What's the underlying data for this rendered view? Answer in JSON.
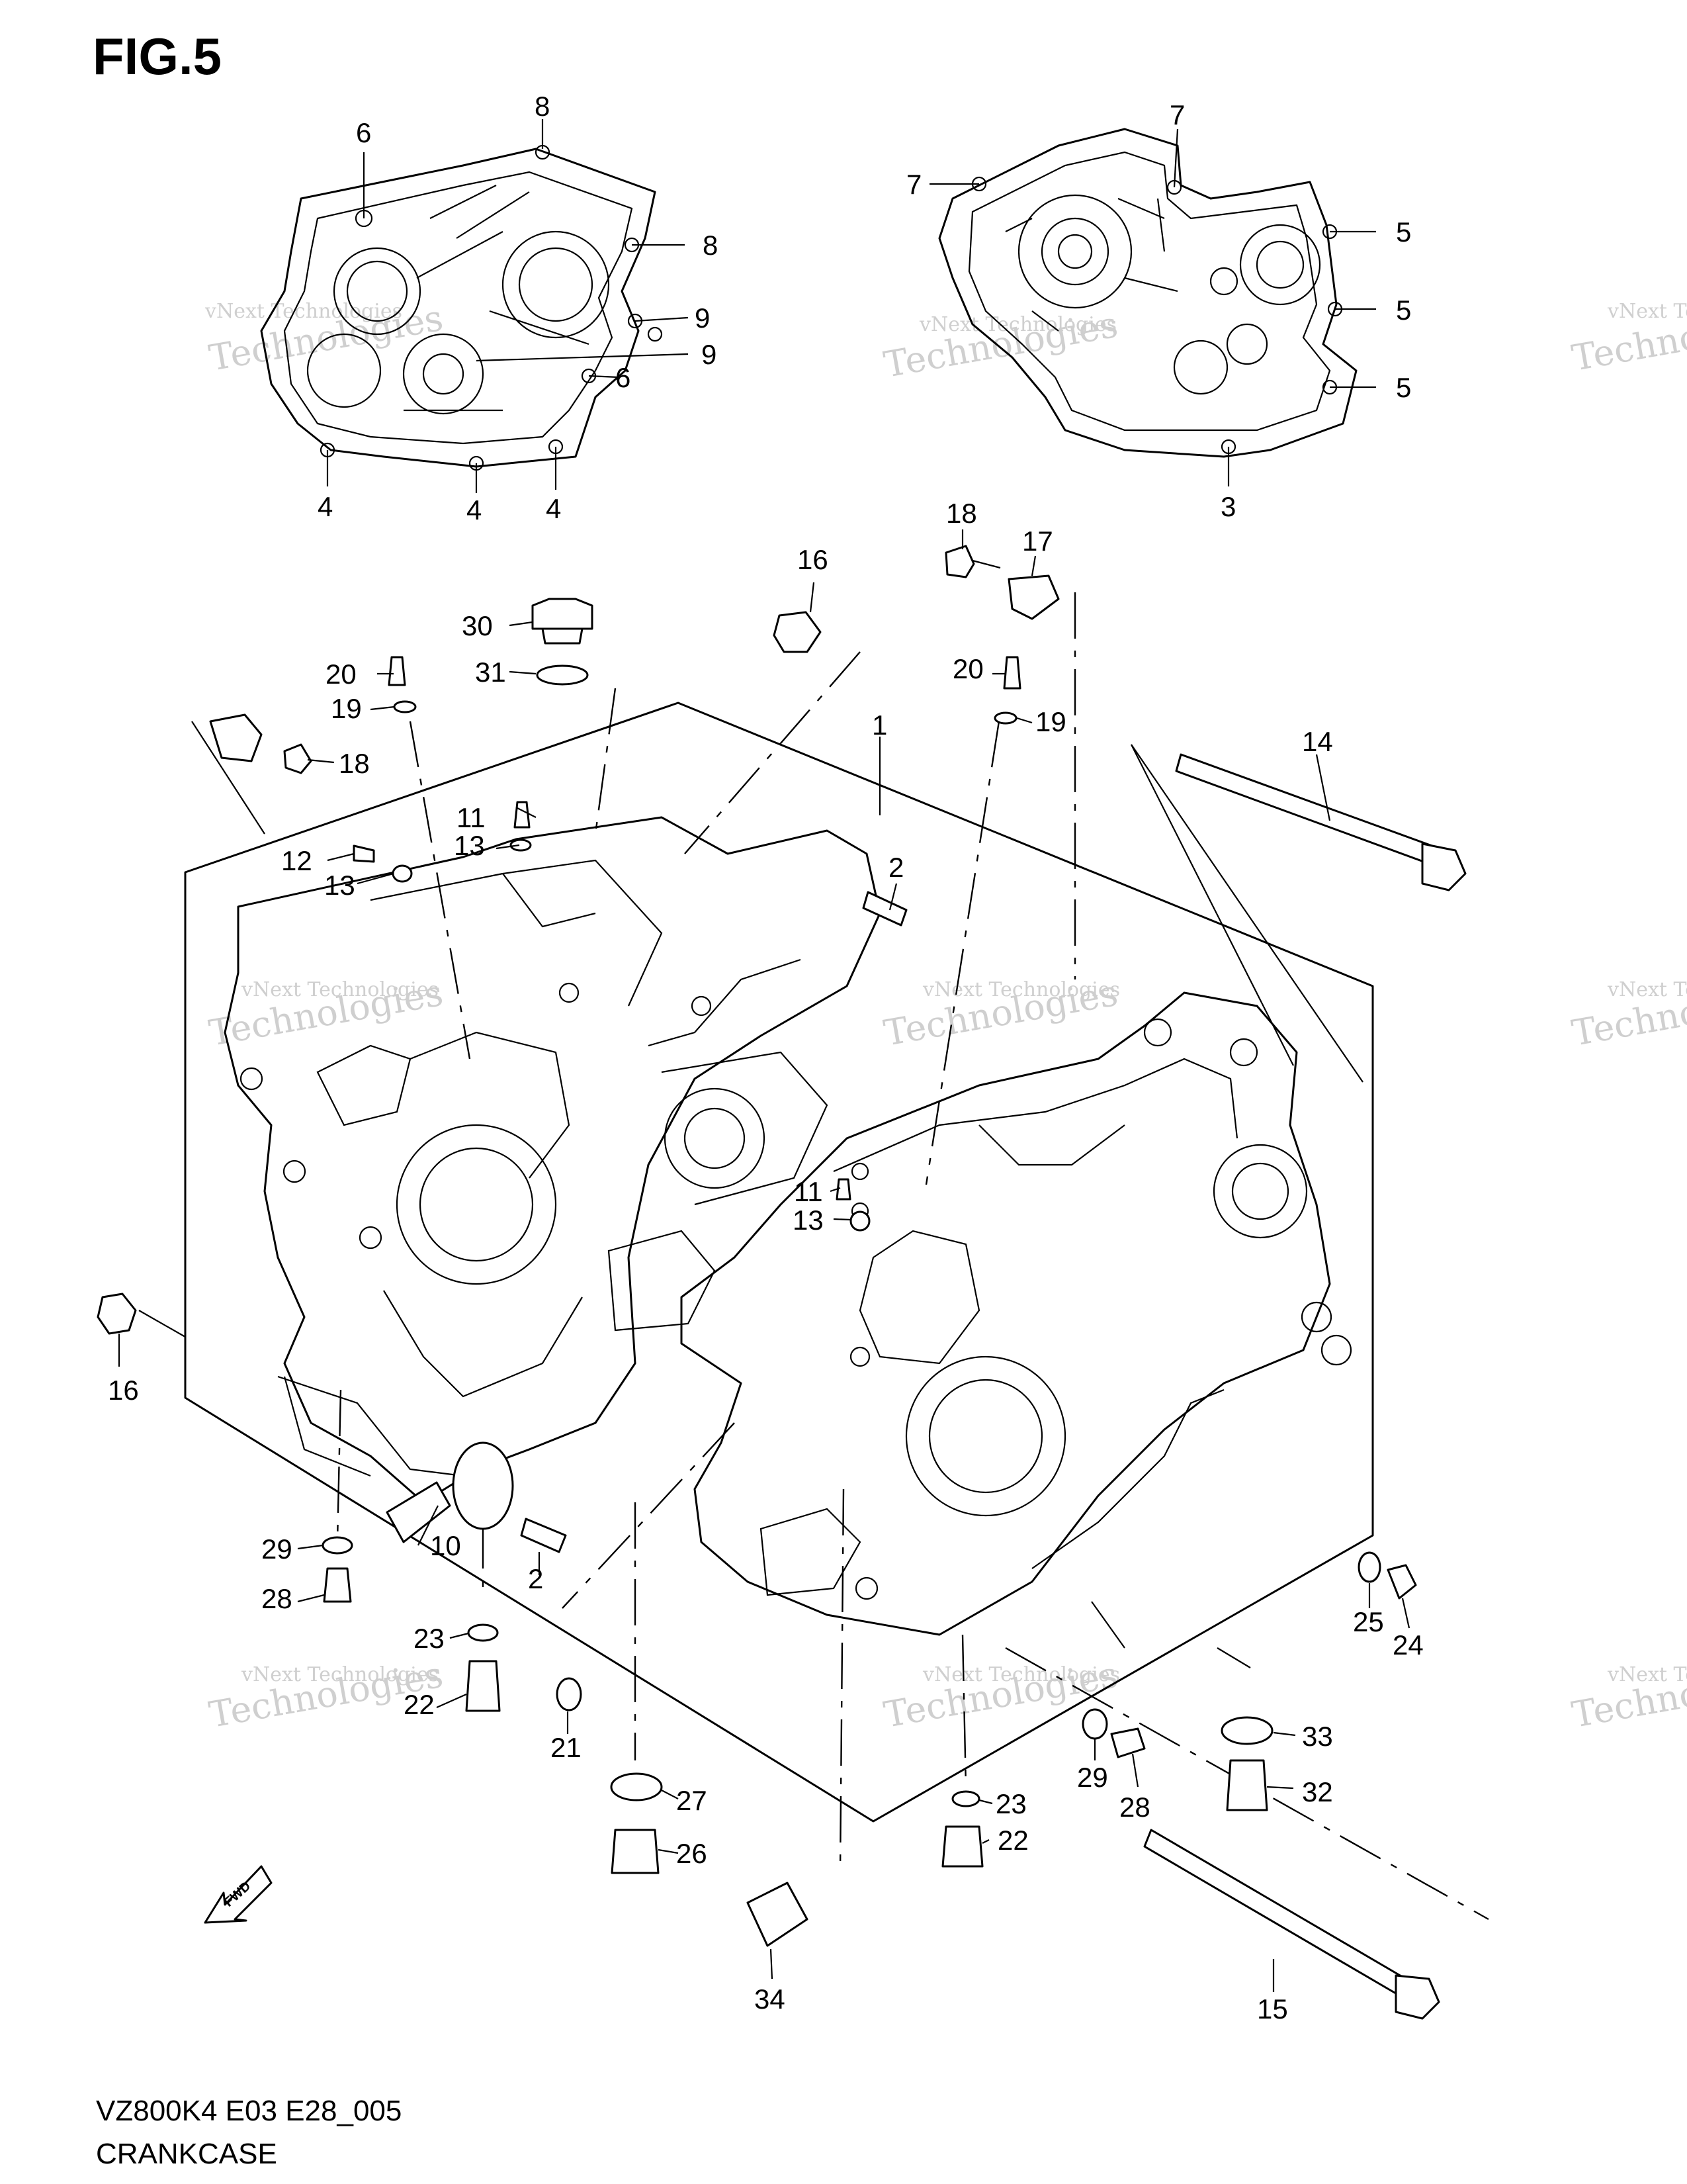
{
  "figure": {
    "title": "FIG.5",
    "code": "VZ800K4 E03 E28_005",
    "name": "CRANKCASE"
  },
  "watermark": {
    "line1": "vNext Technologies",
    "line2": "Technologies"
  },
  "fwd_label": "FWD",
  "callouts": {
    "c1": "1",
    "c2a": "2",
    "c2b": "2",
    "c3": "3",
    "c4a": "4",
    "c4b": "4",
    "c4c": "4",
    "c5a": "5",
    "c5b": "5",
    "c5c": "5",
    "c6a": "6",
    "c6b": "6",
    "c7a": "7",
    "c7b": "7",
    "c8a": "8",
    "c8b": "8",
    "c9a": "9",
    "c9b": "9",
    "c10": "10",
    "c11a": "11",
    "c11b": "11",
    "c12": "12",
    "c13a": "13",
    "c13b": "13",
    "c13c": "13",
    "c14": "14",
    "c15": "15",
    "c16a": "16",
    "c16b": "16",
    "c17": "17",
    "c18a": "18",
    "c18b": "18",
    "c19a": "19",
    "c19b": "19",
    "c20a": "20",
    "c20b": "20",
    "c21": "21",
    "c22a": "22",
    "c22b": "22",
    "c23a": "23",
    "c23b": "23",
    "c24": "24",
    "c25": "25",
    "c26": "26",
    "c27": "27",
    "c28a": "28",
    "c28b": "28",
    "c29a": "29",
    "c29b": "29",
    "c30": "30",
    "c31": "31",
    "c32": "32",
    "c33": "33",
    "c34": "34"
  }
}
